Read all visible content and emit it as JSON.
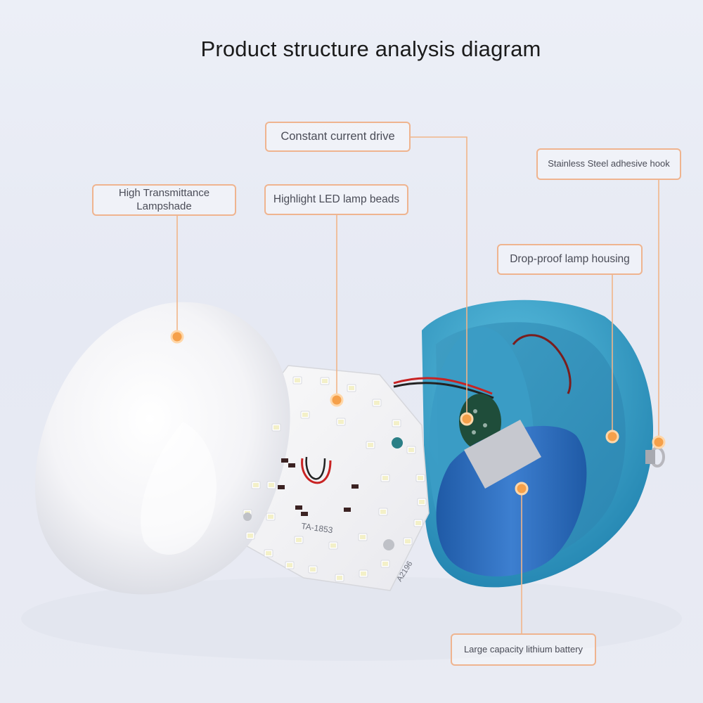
{
  "title": "Product structure analysis diagram",
  "callouts": {
    "lampshade": "High Transmittance Lampshade",
    "drive": "Constant current drive",
    "beads": "Highlight LED lamp beads",
    "hook": "Stainless Steel adhesive hook",
    "housing": "Drop-proof lamp housing",
    "battery": "Large capacity lithium battery"
  },
  "board_labels": {
    "model": "TA-1853",
    "code": "A2196"
  },
  "colors": {
    "callout_border": "#efb48f",
    "marker": "#f5a04a",
    "housing": "#3aa0c6",
    "battery": "#2a69b8"
  }
}
